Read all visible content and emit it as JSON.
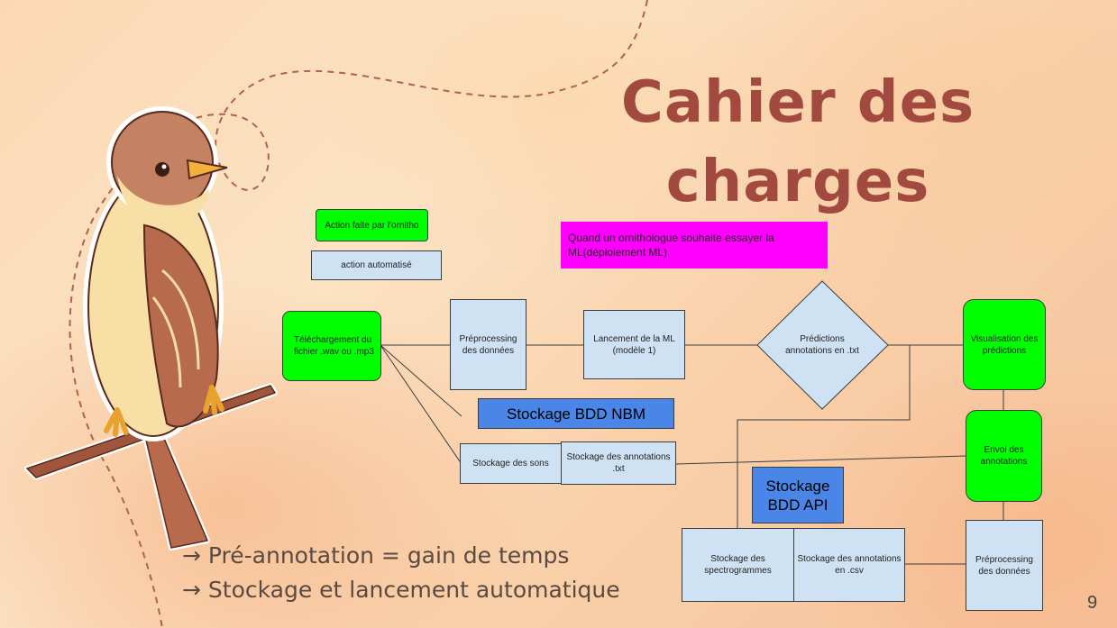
{
  "slide": {
    "title_line1": "Cahier des",
    "title_line2": "charges",
    "page_number": "9",
    "bullets": [
      "→ Pré-annotation = gain de temps",
      "→ Stockage et lancement automatique"
    ]
  },
  "legend": {
    "green_label": "Action faite par l'ornitho",
    "blue_label": "action automatisé"
  },
  "banner": "Quand un ornithologue souhaite essayer la ML(déploiement ML)",
  "nodes": {
    "telechargement": "Téléchargement du fichier .wav ou .mp3",
    "preprocessing1": "Préprocessing des données",
    "lancement": "Lancement de la ML (modèle 1)",
    "predictions": "Prédictions annotations en .txt",
    "visualisation": "Visualisation des prédictions",
    "envoi": "Envoi des annotations",
    "stockage_nbm": "Stockage BDD NBM",
    "stockage_sons": "Stockage des sons",
    "stockage_annot_txt": "Stockage des annotations .txt",
    "stockage_api": "Stockage BDD API",
    "stockage_spectro": "Stockage des spectrogrammes",
    "stockage_annot_csv": "Stockage des annotations en .csv",
    "preprocessing2": "Préprocessing des données"
  },
  "colors": {
    "title": "#a24a40",
    "user_action": "#00ff00",
    "auto_action": "#cfe2f3",
    "storage_header": "#4a86e8",
    "banner": "#ff00ff"
  }
}
